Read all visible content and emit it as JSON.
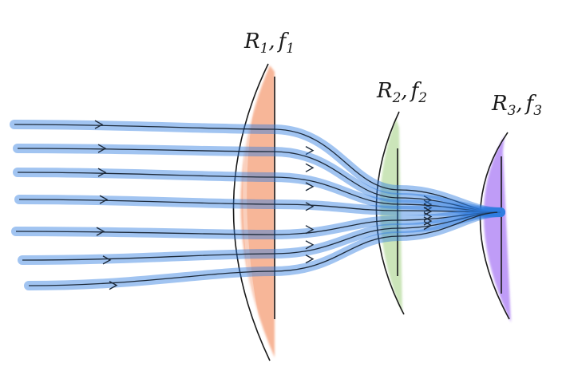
{
  "lenses": [
    {
      "symbol_r": "R",
      "sub_r": "1",
      "symbol_f": "f",
      "sub_f": "1",
      "tint": "#f07a45"
    },
    {
      "symbol_r": "R",
      "sub_r": "2",
      "symbol_f": "f",
      "sub_f": "2",
      "tint": "#a8d48a"
    },
    {
      "symbol_r": "R",
      "sub_r": "3",
      "symbol_f": "f",
      "sub_f": "3",
      "tint": "#8a4cf0"
    }
  ],
  "ray_count": 7,
  "colors": {
    "ray_glow": "#2f7de0",
    "ray_line": "#1d2a3a",
    "lens_outline": "#1a1a1a"
  }
}
